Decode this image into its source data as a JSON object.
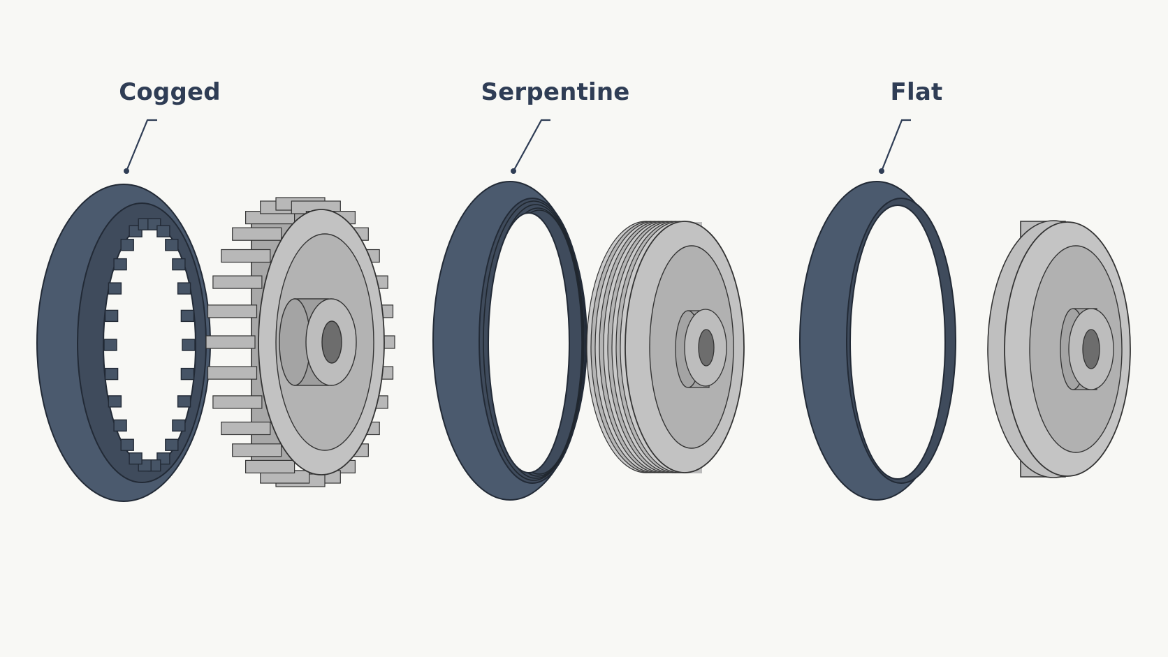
{
  "labels": {
    "cogged": "Cogged",
    "serpentine": "Serpentine",
    "flat": "Flat"
  },
  "colors": {
    "belt": "#4b5a6e",
    "belt_dark": "#36404f",
    "pulley": "#c2c2c2",
    "pulley_face": "#b1b1b1",
    "label": "#2f3d55",
    "background": "#f8f8f5"
  }
}
